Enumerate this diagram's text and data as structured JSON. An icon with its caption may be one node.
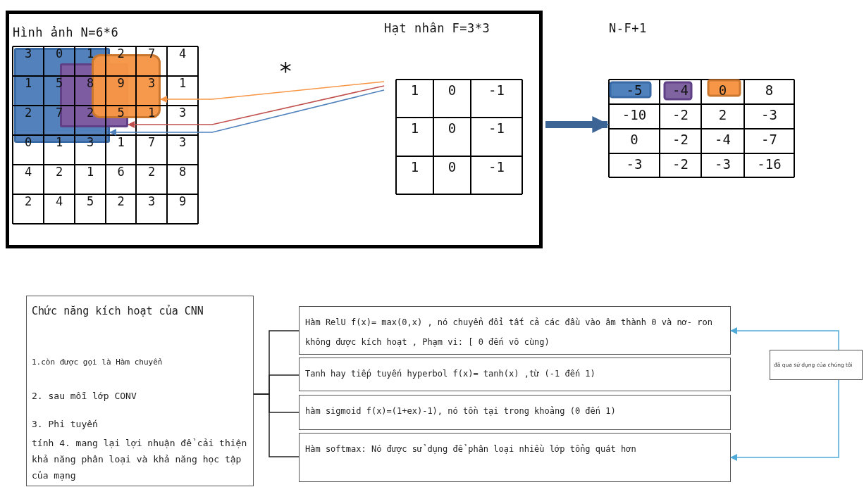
{
  "diagram": {
    "nodes": [
      {
        "text": [],
        "shape": "box"
      },
      {
        "text": [
          "Hình ảnh N=6*6",
          "3",
          "0",
          "1",
          "2",
          "7",
          "4",
          "1",
          "5",
          "8",
          "9",
          "3",
          "1",
          "2",
          "7",
          "2",
          "5",
          "1",
          "3",
          "0",
          "1",
          "3",
          "1",
          "7",
          "3",
          "4",
          "2",
          "1",
          "6",
          "2",
          "8",
          "2",
          "4",
          "5",
          "2",
          "3",
          "9"
        ],
        "in": 0
      },
      {
        "text": [
          "Hạt nhân F=3*3",
          "1",
          "0",
          "-1",
          "1",
          "0",
          "-1",
          "1",
          "0",
          "-1"
        ],
        "in": 0
      },
      {
        "text": [
          "N-F+1",
          "-5",
          "-4",
          "0",
          "8",
          "-10",
          "-2",
          "2",
          "-3",
          "0",
          "-2",
          "-4",
          "-7",
          "-3",
          "-2",
          "-3",
          "-16"
        ]
      },
      {
        "text": [
          "Chức năng kích hoạt của CNN",
          "1.còn được gọi là Hàm chuyển",
          "2. sau mỗi lớp CONV",
          "3. Phi tuyến",
          "tính 4. mang lại lợi nhuận để cải thiện khả năng phân loại và khả năng học tập của mạng"
        ]
      },
      {
        "text": [
          "Hàm RelU f(x)= max(0,x) , nó chuyển đổi tất cả các đầu vào âm thành 0 và nơ- ron không được kích hoạt , Phạm vi: [ 0 đến vô cùng)"
        ]
      },
      {
        "text": [
          "Tanh hay tiếp tuyến hyperbol f(x)= tanh(x) ,từ (-1 đến 1)"
        ]
      },
      {
        "text": [
          "hàm sigmoid f(x)=(1+ex)-1), nó tồn tại trong khoảng (0 đến 1)"
        ]
      },
      {
        "text": [
          "Hàm softmax: Nó được sử dụng để phân loại nhiều lớp tổng quát hơn"
        ]
      },
      {
        "text": [
          "đã qua sử dụng của chúng tôi"
        ]
      }
    ],
    "edges": [
      {
        "from": 2,
        "to": 1,
        "arrow": "to",
        "color": "#4f81bd"
      },
      {
        "from": 2,
        "to": 1,
        "arrow": "to",
        "color": "#c0504d"
      },
      {
        "from": 2,
        "to": 1,
        "arrow": "to",
        "color": "#f79646"
      },
      {
        "from": 0,
        "to": 3,
        "arrow": "to",
        "style": "thick",
        "color": "#3c6596"
      },
      {
        "from": 4,
        "to": 5,
        "arrow": "none"
      },
      {
        "from": 4,
        "to": 6,
        "arrow": "none"
      },
      {
        "from": 4,
        "to": 7,
        "arrow": "none"
      },
      {
        "from": 4,
        "to": 8,
        "arrow": "none"
      },
      {
        "from": 9,
        "to": 5,
        "arrow": "to",
        "color": "#4fa9d9"
      },
      {
        "from": 9,
        "to": 8,
        "arrow": "to",
        "color": "#4fa9d9"
      }
    ],
    "labels": [
      "*"
    ]
  }
}
